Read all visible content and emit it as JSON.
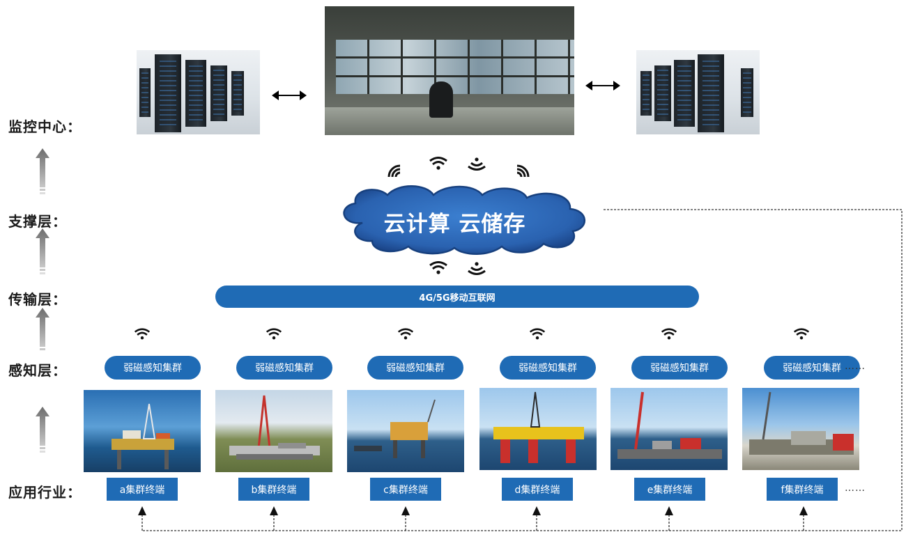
{
  "layers": {
    "monitor": "监控中心：",
    "support": "支撑层：",
    "transport": "传输层：",
    "sensing": "感知层：",
    "application": "应用行业："
  },
  "cloud": {
    "label": "云计算  云储存"
  },
  "network_bar": {
    "label": "4G/5G移动互联网"
  },
  "sensing_clusters": [
    "弱磁感知集群",
    "弱磁感知集群",
    "弱磁感知集群",
    "弱磁感知集群",
    "弱磁感知集群",
    "弱磁感知集群"
  ],
  "terminals": [
    "a集群终端",
    "b集群终端",
    "c集群终端",
    "d集群终端",
    "e集群终端",
    "f集群终端"
  ],
  "ellipsis": "……",
  "icons": {
    "wifi": "wifi-icon",
    "double_arrow": "double-arrow-icon",
    "up_arrow": "up-arrow-icon"
  },
  "colors": {
    "primary_blue": "#1f6bb5",
    "arrow_grey": "#7b7b7b",
    "label_text": "#1a1a1a"
  }
}
